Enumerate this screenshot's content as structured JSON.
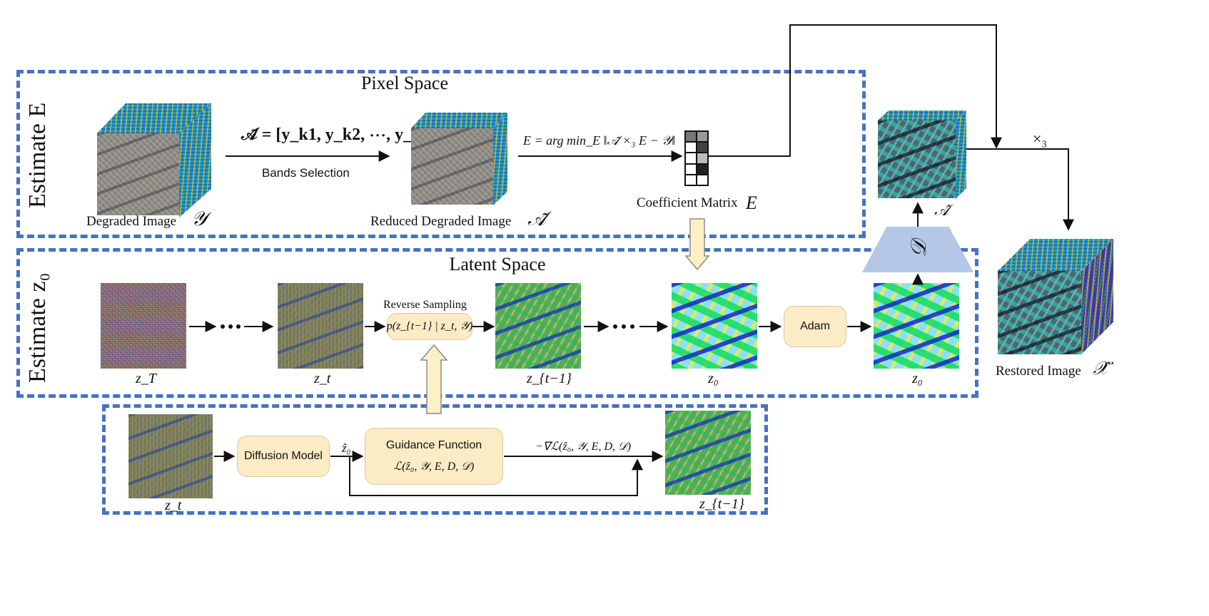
{
  "pixel_space": {
    "title": "Pixel Space",
    "side_label": "Estimate E",
    "degraded_caption": "Degraded Image",
    "degraded_symbol": "𝒴",
    "band_formula": "𝒜̃ = [y_k1, y_k2, ⋯, y_ks]",
    "band_selection_label": "Bands Selection",
    "reduced_caption": "Reduced Degraded Image",
    "reduced_symbol": "𝒜̃",
    "argmin_formula": "E = arg min_E ‖𝒜̃ ×₃ E − 𝒴‖",
    "coef_caption": "Coefficient Matrix",
    "coef_symbol": "E"
  },
  "latent_space": {
    "title": "Latent Space",
    "side_label": "Estimate z₀",
    "labels": [
      "z_T",
      "z_t",
      "z_{t−1}",
      "z₀",
      "z₀"
    ],
    "reverse_sampling_label": "Reverse Sampling",
    "reverse_sampling_formula": "p(z_{t−1} | z_t, 𝒴)",
    "adam_label": "Adam",
    "decoder_symbol": "𝒟"
  },
  "guidance": {
    "input_label": "z_t",
    "diffusion_label": "Diffusion Model",
    "z0hat_label": "ẑ₀",
    "guidance_title": "Guidance Function",
    "guidance_formula": "ℒ(ẑ₀, 𝒴, E, D, 𝒟)",
    "gradient_formula": "−∇ℒ(ẑ₀, 𝒴, E, D, 𝒟)",
    "output_label": "z_{t−1}"
  },
  "output": {
    "ahat_symbol": "𝒜̂",
    "mode_product": "×₃",
    "restored_caption": "Restored Image",
    "restored_symbol": "𝒳̂"
  },
  "colors": {
    "dashed_border": "#4472c4",
    "node_fill": "#fcecc6",
    "decoder_fill": "#b4c7e7",
    "hollow_arrow_fill": "#fdf0c4"
  }
}
